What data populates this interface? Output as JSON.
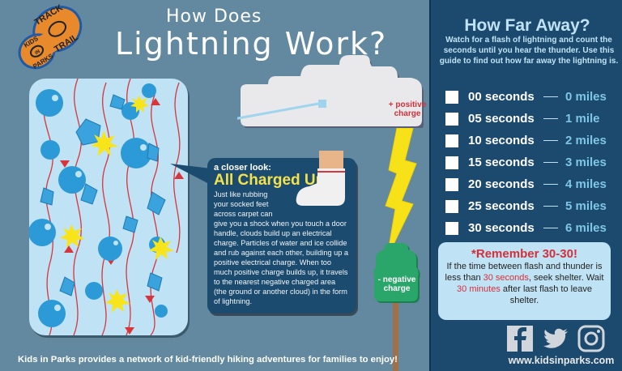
{
  "logo": {
    "top_text": "TRACK",
    "bottom_text": "TRAIL",
    "left_text": "KIDS",
    "mid_text": "IN",
    "lower_text": "PARKS"
  },
  "title": {
    "line1": "How Does",
    "line2": "Lightning Work?"
  },
  "diagram": {
    "cloud_label": "+ positive charge",
    "ground_label": "- negative charge"
  },
  "closer_look": {
    "kicker": "a closer look:",
    "heading": "All Charged Up",
    "body_narrow": "Just like rubbing your socked feet across carpet can",
    "body_rest": "give you a shock when you touch a door handle, clouds build up an electrical charge. Particles of water and ice collide and rub against each other, building up a positive electrical charge. When too much positive charge builds up, it travels to the nearest negative charged area (the ground or another cloud) in the form of lightning."
  },
  "footer_left": "Kids in Parks provides a network of kid-friendly hiking adventures for families to enjoy!",
  "how_far": {
    "title": "How Far Away?",
    "subtitle": "Watch for a flash of lightning and count the seconds until you hear the thunder. Use this guide to find out how far away the lightning is.",
    "rows": [
      {
        "seconds": "00 seconds",
        "miles": "0 miles"
      },
      {
        "seconds": "05 seconds",
        "miles": "1 mile"
      },
      {
        "seconds": "10 seconds",
        "miles": "2 miles"
      },
      {
        "seconds": "15 seconds",
        "miles": "3 miles"
      },
      {
        "seconds": "20 seconds",
        "miles": "4 miles"
      },
      {
        "seconds": "25 seconds",
        "miles": "5 miles"
      },
      {
        "seconds": "30 seconds",
        "miles": "6 miles"
      }
    ]
  },
  "remember": {
    "title": "*Remember 30-30!",
    "t1": "If the time between flash and thunder is less than ",
    "h1": "30 seconds",
    "t2": ", seek shelter. Wait ",
    "h2": "30 minutes",
    "t3": " after last flash to leave shelter."
  },
  "social": {
    "icons": [
      "facebook-icon",
      "twitter-icon",
      "instagram-icon"
    ],
    "url": "www.kidsinparks.com"
  },
  "colors": {
    "background": "#62899f",
    "panel": "#1c4a6e",
    "light_blue": "#bfe3f5",
    "accent_red": "#d3303a",
    "lightning_yellow": "#f7e21a",
    "tree_green": "#2aa66a",
    "heading_yellow": "#f4e24d"
  }
}
